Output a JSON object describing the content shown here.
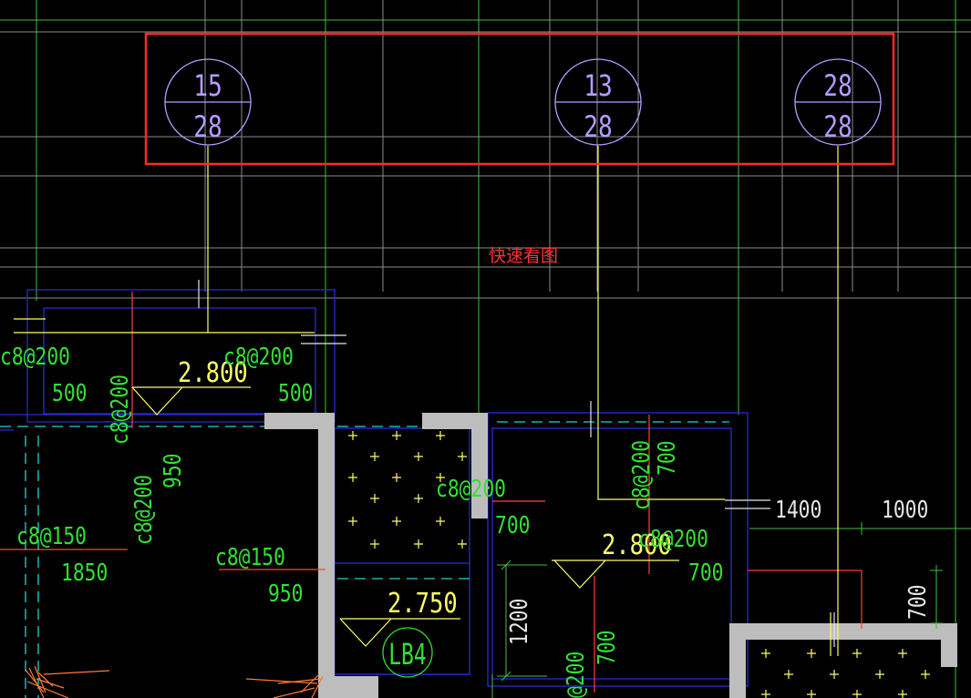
{
  "annotation": {
    "caption": "快速看图"
  },
  "colors": {
    "background": "#000000",
    "highlight_box": "#ff2a2a",
    "grid": "#3fbf3f",
    "gray_grid": "#8c8c8c",
    "leader": "#ffff66",
    "bubble": "#b59cff",
    "slab_blue": "#2a2ad6",
    "rebar_text": "#33e033",
    "dim_text": "#e6e6e6",
    "wall": "#bdbdbd",
    "cyan_dash": "#22d3d3",
    "hatch": "#ffff66",
    "red_line": "#ff4040",
    "orange_line": "#ff7a33"
  },
  "bubbles": [
    {
      "top": "15",
      "bottom": "28"
    },
    {
      "top": "13",
      "bottom": "28"
    },
    {
      "top": "28",
      "bottom": "28"
    }
  ],
  "elevations": [
    "2.800",
    "2.800",
    "2.750"
  ],
  "slab_tag": "LB4",
  "rebar_labels": {
    "r1": "c8@200",
    "r2": "c8@200",
    "r3": "c8@200",
    "r4": "c8@200",
    "r5": "c8@150",
    "r6": "c8@150",
    "r7": "c8@200",
    "r8": "c8@200",
    "r9": "c8@200",
    "r10": "@200"
  },
  "dims": {
    "d1": "500",
    "d2": "500",
    "d3": "950",
    "d4": "1850",
    "d5": "950",
    "d6": "700",
    "d7": "700",
    "d8": "1400",
    "d9": "1000",
    "d10": "700",
    "d11": "700",
    "d12": "1200",
    "d13": "700"
  }
}
